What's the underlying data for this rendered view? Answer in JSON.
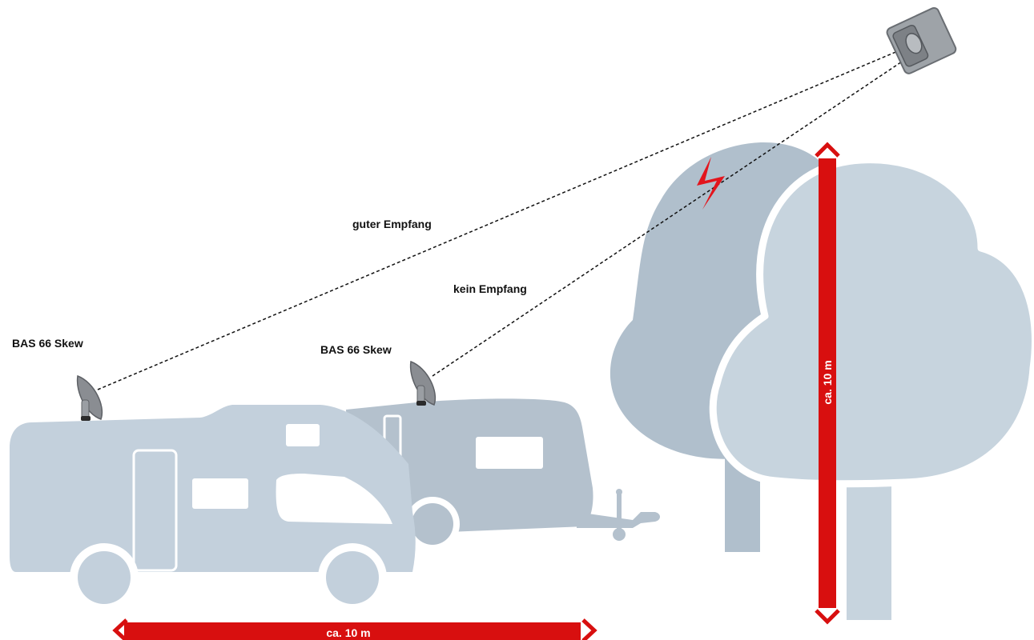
{
  "labels": {
    "good_signal": "guter Empfang",
    "no_signal": "kein Empfang",
    "antenna_left": "BAS 66 Skew",
    "antenna_right": "BAS 66 Skew",
    "width_dimension": "ca. 10 m",
    "height_dimension": "ca. 10 m"
  },
  "colors": {
    "vehicle": "#c3d0dc",
    "caravan": "#b4c1cd",
    "tree_back": "#b0bfcc",
    "tree_front": "#c7d4de",
    "accent_red": "#d80f0f",
    "dish": "#8a8d92",
    "text": "#111111"
  },
  "icons": {
    "satellite": "satellite-icon",
    "dish": "sat-dish-icon",
    "blocked": "lightning-icon"
  }
}
